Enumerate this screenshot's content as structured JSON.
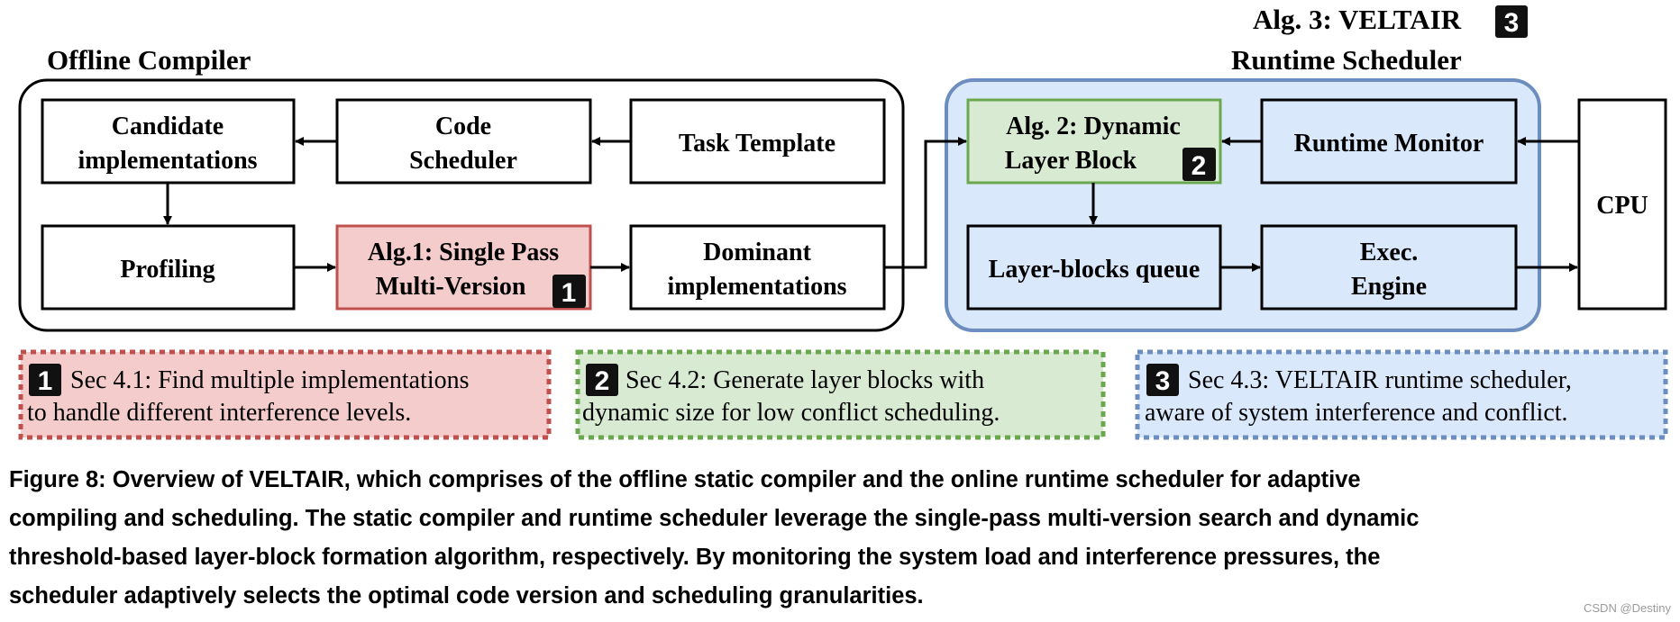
{
  "colors": {
    "red_fill": "#f5cccc",
    "red_border": "#c0504d",
    "green_fill": "#d9ead3",
    "green_border": "#6aa84f",
    "blue_fill": "#dae8fc",
    "blue_border": "#6c8ebf",
    "badge": "#111111"
  },
  "offline": {
    "title": "Offline Compiler",
    "candidate": [
      "Candidate",
      "implementations"
    ],
    "code_scheduler": [
      "Code",
      "Scheduler"
    ],
    "task_template": "Task Template",
    "profiling": "Profiling",
    "alg1": [
      "Alg.1: Single Pass",
      "Multi-Version"
    ],
    "alg1_badge": "1",
    "dominant": [
      "Dominant",
      "implementations"
    ]
  },
  "runtime": {
    "title_line1": "Alg. 3: VELTAIR",
    "title_badge": "3",
    "title_line2": "Runtime Scheduler",
    "alg2": [
      "Alg. 2: Dynamic",
      "Layer Block"
    ],
    "alg2_badge": "2",
    "monitor": "Runtime Monitor",
    "queue": "Layer-blocks queue",
    "exec": [
      "Exec.",
      "Engine"
    ],
    "cpu": "CPU"
  },
  "notes": [
    {
      "badge": "1",
      "line1": "Sec 4.1: Find multiple implementations",
      "line2": "to handle different interference levels."
    },
    {
      "badge": "2",
      "line1": "Sec 4.2: Generate layer blocks with",
      "line2": "dynamic size for low conflict scheduling."
    },
    {
      "badge": "3",
      "line1": "Sec 4.3: VELTAIR runtime scheduler,",
      "line2": "aware of system interference and conflict."
    }
  ],
  "caption": [
    "Figure 8: Overview of VELTAIR, which comprises of the offline static compiler and the online runtime scheduler for adaptive",
    "compiling and scheduling. The static compiler and runtime scheduler leverage the single-pass multi-version search and dynamic",
    "threshold-based layer-block formation algorithm, respectively. By monitoring the system load and interference pressures, the",
    "scheduler adaptively selects the optimal code version and scheduling granularities."
  ],
  "watermark": "CSDN @Destiny"
}
